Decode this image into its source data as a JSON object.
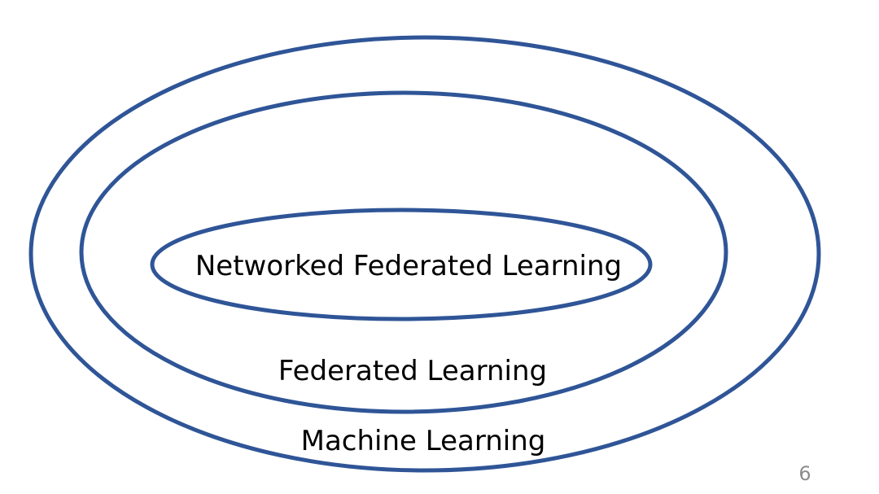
{
  "diagram": {
    "colors": {
      "ellipse_stroke": "#2f5597",
      "text": "#000000",
      "page_number": "#8c8c8c",
      "background": "#ffffff"
    },
    "labels": {
      "inner": "Networked Federated Learning",
      "middle": "Federated Learning",
      "outer": "Machine Learning"
    }
  },
  "slide": {
    "page_number": "6"
  }
}
